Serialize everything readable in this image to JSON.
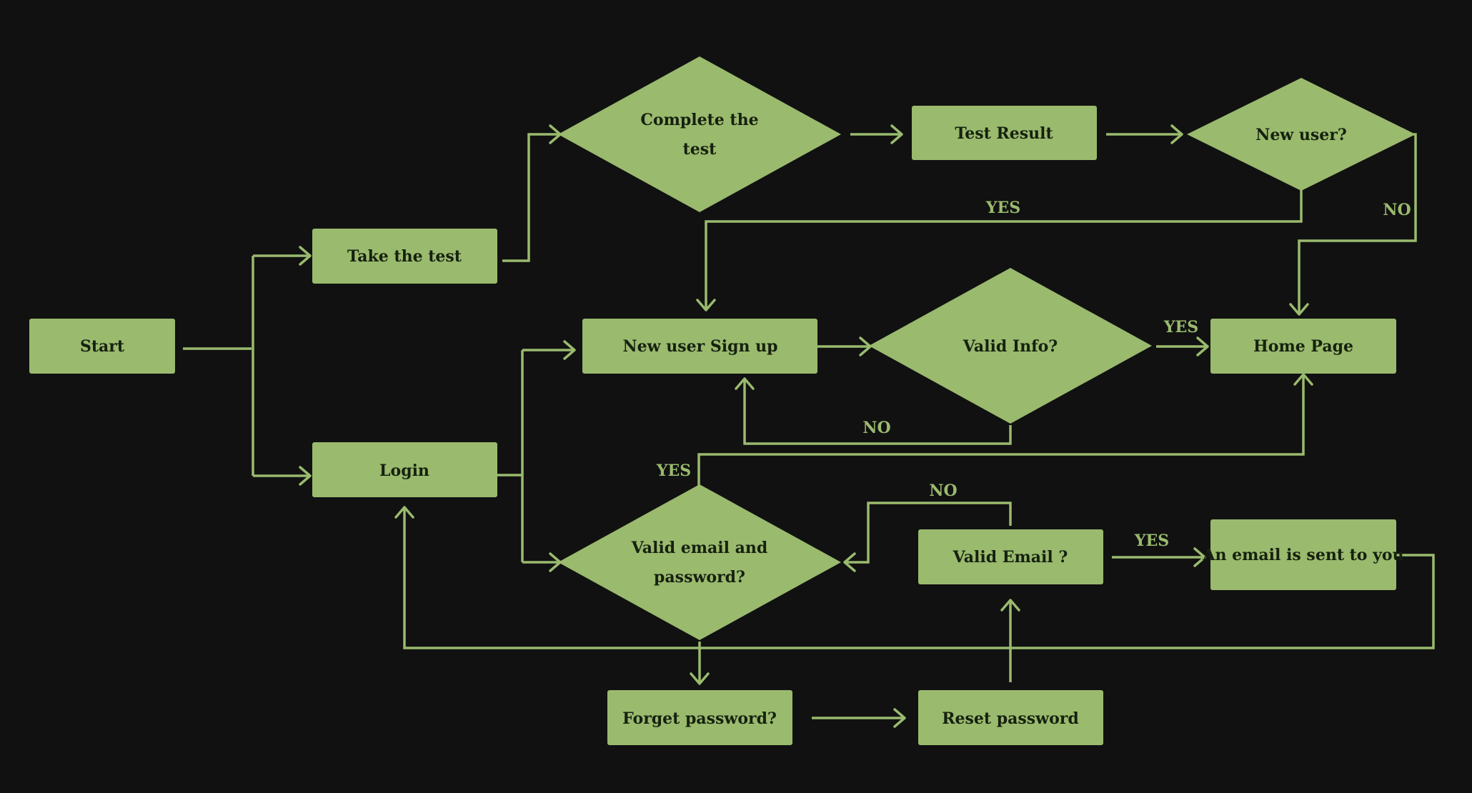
{
  "diagram": {
    "colors": {
      "background": "#111111",
      "shape": "#9aba6e",
      "text": "#16210f",
      "line": "#9aba6e"
    },
    "nodes": {
      "start": "Start",
      "take_test": "Take the test",
      "login": "Login",
      "complete_test": [
        "Complete the",
        "test"
      ],
      "test_result": "Test Result",
      "new_user_q": "New user?",
      "signup": "New user Sign up",
      "valid_info": "Valid Info?",
      "home": "Home Page",
      "valid_email_pw": [
        "Valid email and",
        "password?"
      ],
      "valid_email": "Valid Email ?",
      "email_sent": "An email is sent to you",
      "forget_pw": "Forget password?",
      "reset_pw": "Reset password"
    },
    "labels": {
      "newuser_yes": "YES",
      "newuser_no": "NO",
      "validinfo_yes": "YES",
      "validinfo_no": "NO",
      "validemailpw_yes": "YES",
      "validemail_no": "NO",
      "validemail_yes": "YES"
    }
  }
}
